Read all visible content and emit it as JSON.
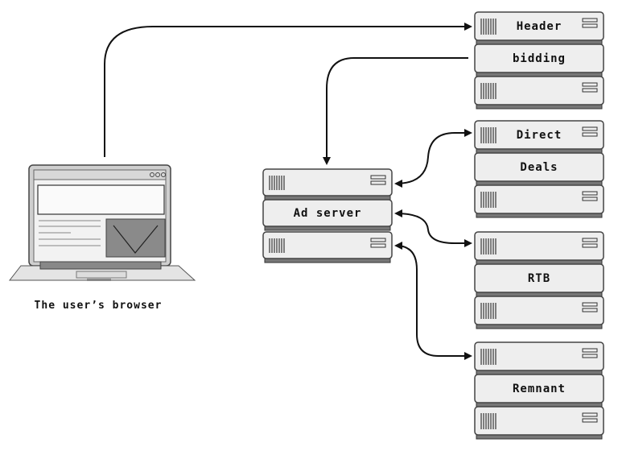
{
  "browser": {
    "caption": "The user’s browser"
  },
  "ad_server": {
    "label": "Ad server"
  },
  "server_stacks": [
    {
      "id": "header-bidding",
      "labels": [
        "Header",
        "bidding",
        ""
      ]
    },
    {
      "id": "direct-deals",
      "labels": [
        "Direct",
        "Deals",
        ""
      ]
    },
    {
      "id": "rtb",
      "labels": [
        "",
        "RTB",
        ""
      ]
    },
    {
      "id": "remnant",
      "labels": [
        "",
        "Remnant",
        ""
      ]
    }
  ],
  "colors": {
    "line": "#111111",
    "server_face": "#eeeeee",
    "server_edge": "#555555",
    "screen_ad": "#8a8a8a"
  }
}
